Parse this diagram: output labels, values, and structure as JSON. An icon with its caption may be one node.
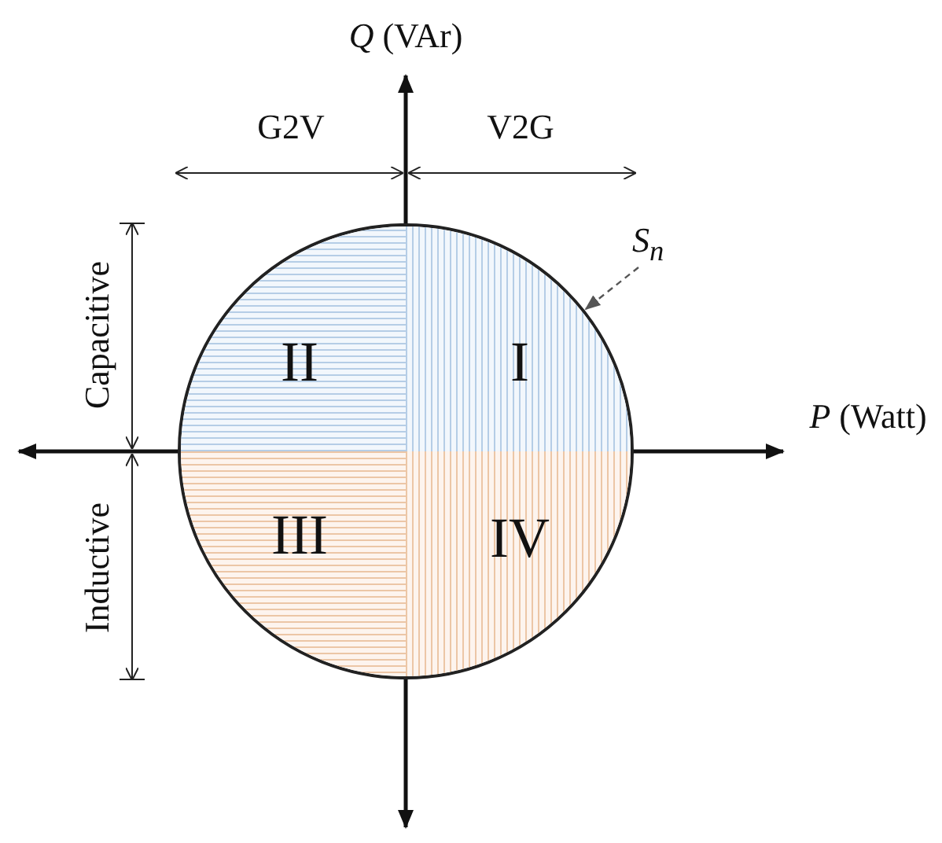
{
  "diagram": {
    "nodes": [
      {
        "text": [],
        "shape": "circle"
      },
      {
        "text": [
          "I"
        ],
        "in": 0
      },
      {
        "text": [
          "II"
        ],
        "in": 0
      },
      {
        "text": [
          "III"
        ],
        "in": 0
      },
      {
        "text": [
          "IV"
        ],
        "in": 0
      },
      {
        "text": [
          "S$_{n}$"
        ]
      }
    ],
    "edges": [
      {
        "from": 5,
        "to": 0,
        "arrow": "to",
        "style": "dashed"
      }
    ],
    "labels": [
      "*Q* (VAr)",
      "G2V",
      "V2G",
      "Capacitive",
      "*P* (Watt)",
      "Inductive"
    ]
  }
}
